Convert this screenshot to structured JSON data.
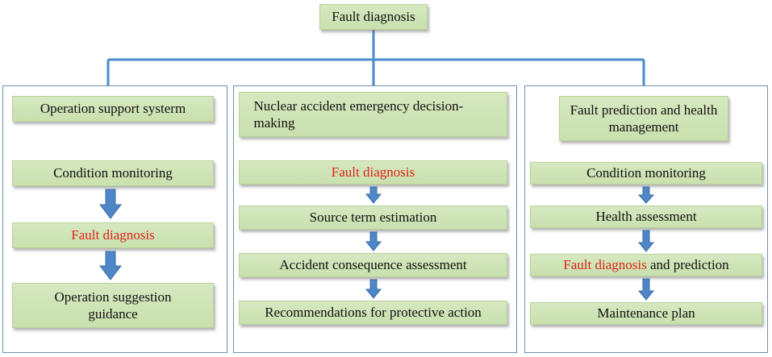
{
  "root": {
    "label": "Fault diagnosis"
  },
  "colors": {
    "connector": "#4a8ad0",
    "arrow": "#4f86c6",
    "box_fill": "#cfe3b6",
    "highlight_text": "#e0241b",
    "panel_border": "#6f8fb2"
  },
  "columns": [
    {
      "title": "Operation support systerm",
      "steps": [
        {
          "text": "Condition monitoring"
        },
        {
          "text": "Fault diagnosis",
          "highlight": true
        },
        {
          "text": "Operation suggestion guidance"
        }
      ]
    },
    {
      "title": "Nuclear accident emergency decision-making",
      "steps": [
        {
          "text": "Fault diagnosis",
          "highlight": true
        },
        {
          "text": "Source term estimation"
        },
        {
          "text": "Accident consequence assessment"
        },
        {
          "text": "Recommendations for protective action"
        }
      ]
    },
    {
      "title": "Fault prediction and health management",
      "steps": [
        {
          "text": "Condition monitoring"
        },
        {
          "text": "Health assessment"
        },
        {
          "red_part": "Fault diagnosis",
          "rest": " and prediction"
        },
        {
          "text": "Maintenance plan"
        }
      ]
    }
  ]
}
